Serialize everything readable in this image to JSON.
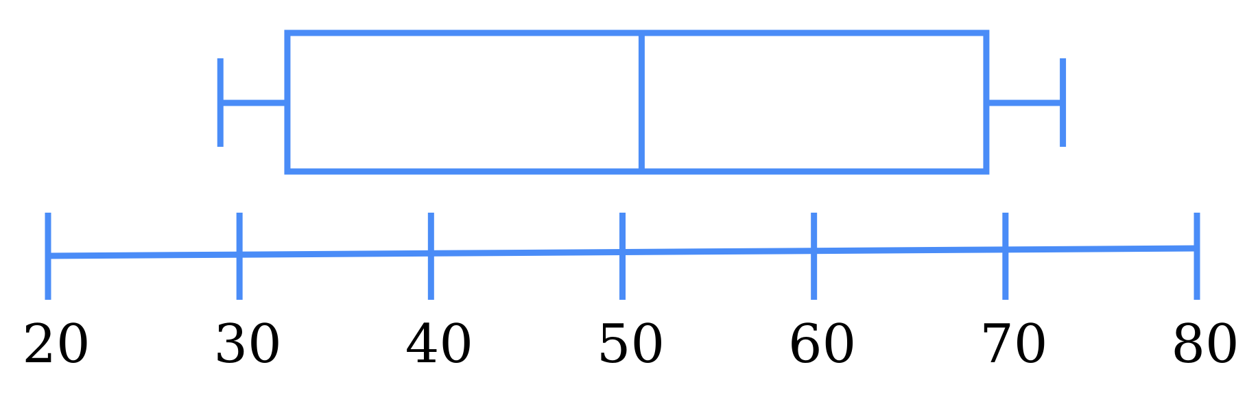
{
  "chart_data": {
    "type": "boxplot",
    "xlim": [
      20,
      80
    ],
    "ticks": [
      20,
      30,
      40,
      50,
      60,
      70,
      80
    ],
    "tick_labels": [
      "20",
      "30",
      "40",
      "50",
      "60",
      "70",
      "80"
    ],
    "summary": {
      "min": 29.0,
      "q1": 32.5,
      "median": 51.0,
      "q3": 69.0,
      "max": 73.0
    },
    "title": "",
    "xlabel": "",
    "ylabel": "",
    "color": "#4a8cf7"
  }
}
